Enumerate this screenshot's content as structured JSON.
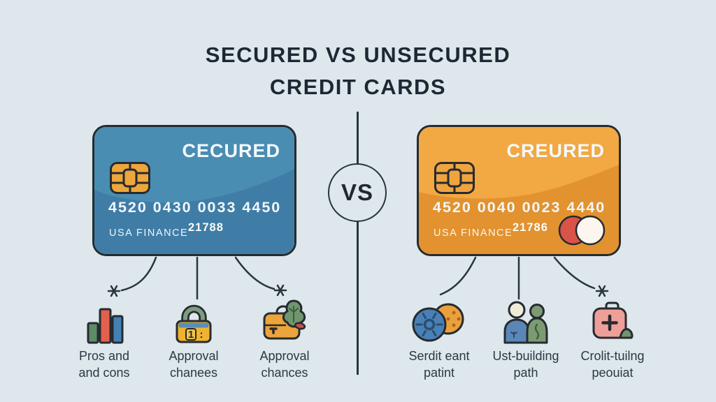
{
  "colors": {
    "background": "#dde7ec",
    "outline": "#262b2f",
    "title_text": "#1e2833",
    "card_left_top": "#4a8db3",
    "card_left_bottom": "#3f7da7",
    "card_right_top": "#f2a843",
    "card_right_bottom": "#e2922f",
    "chip_gold": "#eda63b",
    "mastercard_red": "#d95348",
    "mastercard_white": "#fdf6ee"
  },
  "title": {
    "line1": "SECURED VS UNSECURED",
    "line2": "CREDIT CARDS"
  },
  "vs_label": "VS",
  "card_left": {
    "brand": "CECURED",
    "number": "4520 0430 0033 4450",
    "issuer": "USA FINANCE",
    "aux_number": "21788"
  },
  "card_right": {
    "brand": "CREURED",
    "number": "4520 0040 0023 4440",
    "issuer": "USA FINANCE",
    "aux_number": "21786"
  },
  "lock_badge": {
    "digit": "1",
    "colon": ":"
  },
  "features_left": [
    {
      "icon": "bar-chart-icon",
      "line1": "Pros and",
      "line2": "and cons"
    },
    {
      "icon": "padlock-icon",
      "line1": "Approval",
      "line2": "chanees"
    },
    {
      "icon": "briefcase-plant-icon",
      "line1": "Approval",
      "line2": "chances"
    }
  ],
  "features_right": [
    {
      "icon": "coins-icon",
      "line1": "Serdit eant",
      "line2": "patint"
    },
    {
      "icon": "people-icon",
      "line1": "Ust-building",
      "line2": "path"
    },
    {
      "icon": "first-aid-case-icon",
      "line1": "Crolit-tuilng",
      "line2": "peouiat"
    }
  ]
}
